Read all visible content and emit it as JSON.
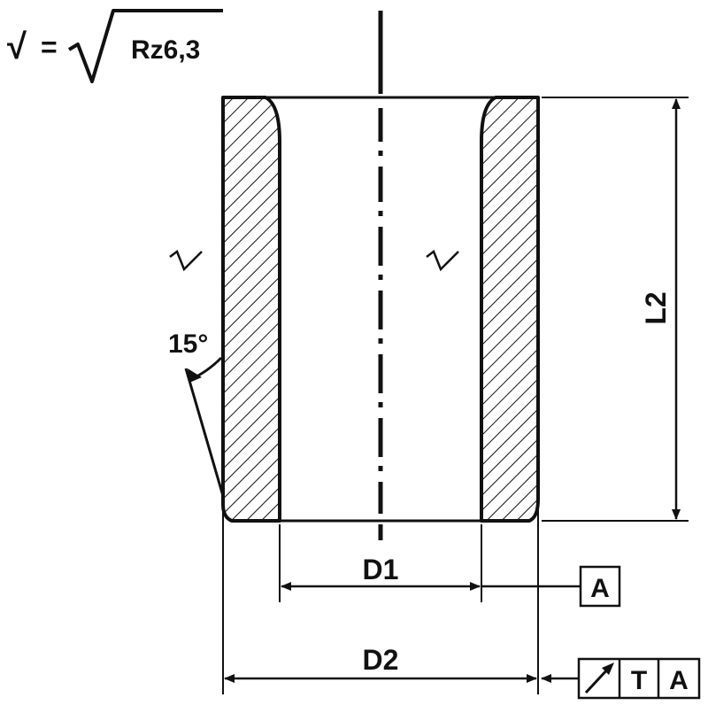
{
  "roughness_spec": {
    "symbol": "√",
    "equals": "=",
    "value": "Rz6,3"
  },
  "surface_marks": {
    "outer": "√",
    "inner": "√"
  },
  "angle_label": "15°",
  "dimensions": {
    "inner_diameter": "D1",
    "outer_diameter": "D2",
    "length": "L2"
  },
  "datum": {
    "label": "A"
  },
  "tolerance_frame": {
    "symbol": "runout-arrow-icon",
    "tolerance": "T",
    "datum_ref": "A"
  },
  "colors": {
    "line": "#111111",
    "background": "#ffffff"
  }
}
